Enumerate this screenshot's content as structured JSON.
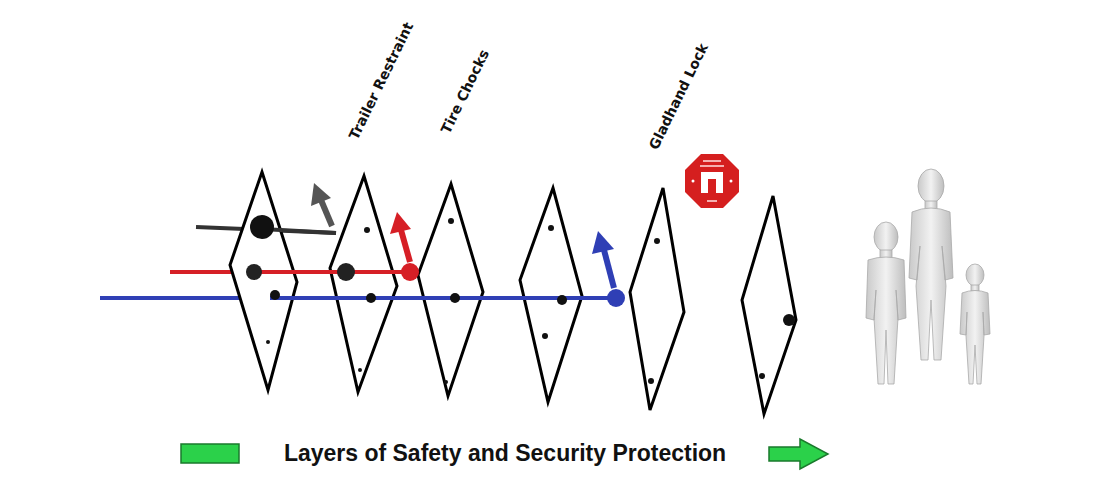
{
  "diagram": {
    "caption": "Layers of Safety and Security Protection",
    "labels": [
      "Trailer Restraint",
      "Tire Chocks",
      "Gladhand Lock"
    ]
  }
}
